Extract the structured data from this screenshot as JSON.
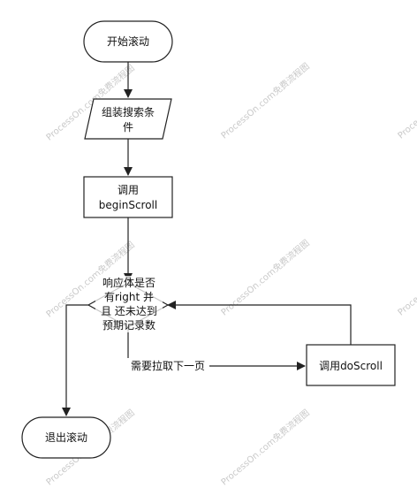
{
  "watermark": "ProcessOn.com免费流程图",
  "nodes": {
    "start": "开始滚动",
    "assemble": [
      "组装搜索条",
      "件"
    ],
    "begin_scroll": [
      "调用",
      "beginScroll"
    ],
    "decision": [
      "响应体是否",
      "有right 并",
      "且 还未达到",
      "预期记录数"
    ],
    "do_scroll": "调用doScroll",
    "end": "退出滚动"
  },
  "edges": {
    "next_page_label": "需要拉取下一页"
  },
  "colors": {
    "stroke": "#222222",
    "fill": "#ffffff",
    "watermark": "#c9c9c9"
  }
}
